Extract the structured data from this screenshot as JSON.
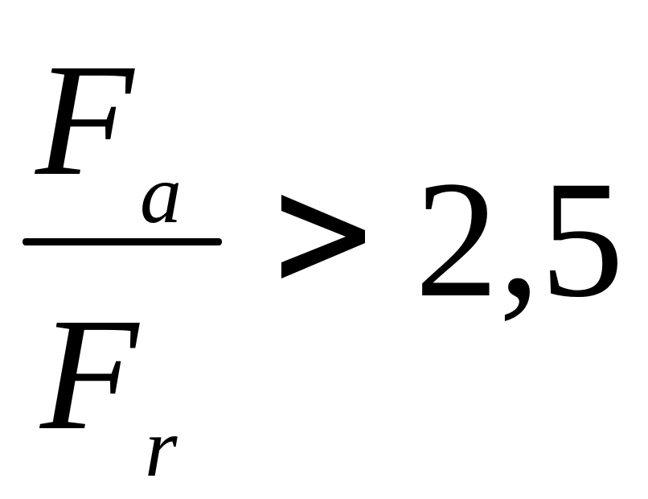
{
  "formula": {
    "numerator": {
      "symbol": "F",
      "subscript": "a"
    },
    "denominator": {
      "symbol": "F",
      "subscript": "r"
    },
    "relation": ">",
    "value": "2,5"
  }
}
